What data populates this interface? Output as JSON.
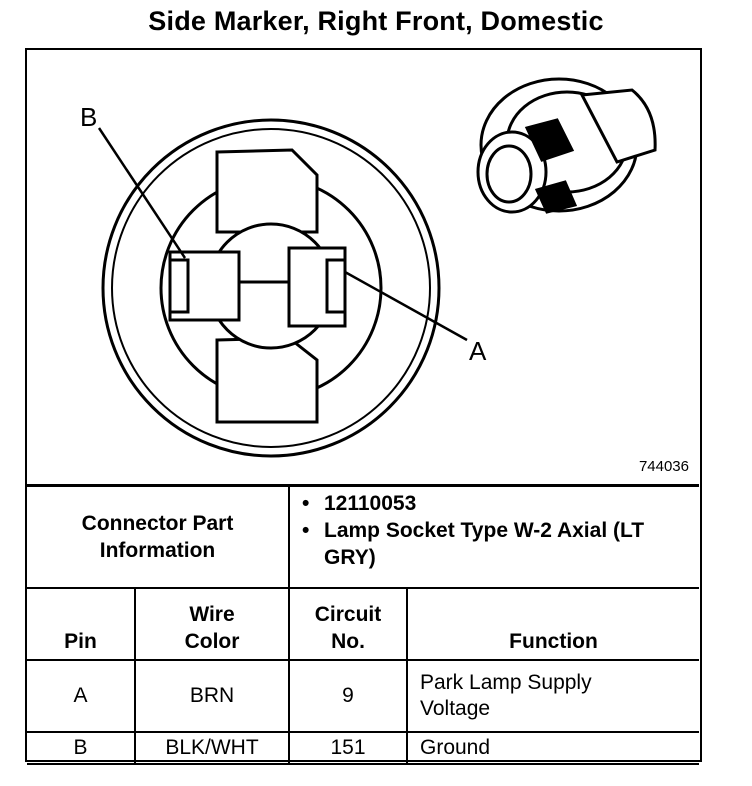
{
  "title": "Side Marker, Right Front, Domestic",
  "diagram": {
    "figure_id": "744036",
    "labels": {
      "b": "B",
      "a": "A"
    }
  },
  "connector_info": {
    "label_line1": "Connector Part",
    "label_line2": "Information",
    "items": [
      "12110053",
      "Lamp Socket Type W-2 Axial (LT GRY)"
    ]
  },
  "table": {
    "headers": {
      "pin": "Pin",
      "wire_line1": "Wire",
      "wire_line2": "Color",
      "circuit_line1": "Circuit",
      "circuit_line2": "No.",
      "function": "Function"
    },
    "rows": [
      {
        "pin": "A",
        "wire_color": "BRN",
        "circuit": "9",
        "function": "Park Lamp Supply Voltage"
      },
      {
        "pin": "B",
        "wire_color": "BLK/WHT",
        "circuit": "151",
        "function": "Ground"
      }
    ]
  }
}
